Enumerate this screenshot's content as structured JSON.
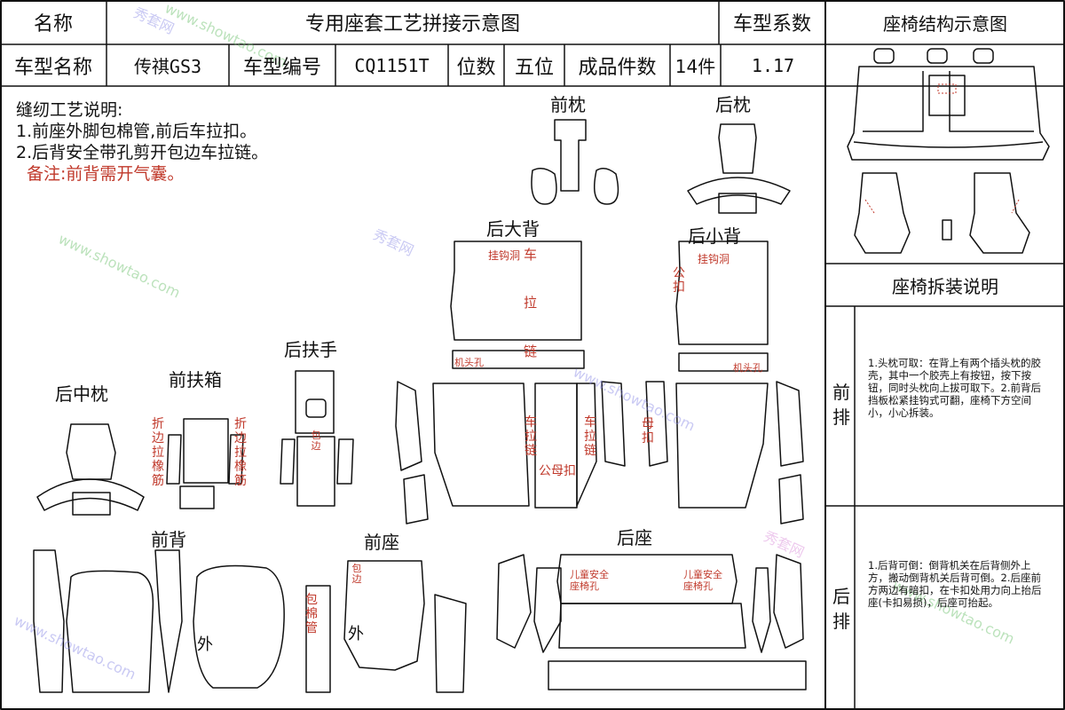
{
  "header": {
    "name_label": "名称",
    "title": "专用座套工艺拼接示意图",
    "coef_label": "车型系数",
    "structure_title": "座椅结构示意图",
    "model_name_label": "车型名称",
    "model_name": "传祺GS3",
    "model_code_label": "车型编号",
    "model_code": "CQ1151T",
    "seat_label": "位数",
    "seat_value": "五位",
    "pieces_label": "成品件数",
    "pieces_value": "14件",
    "coef_value": "1.17"
  },
  "notes": {
    "heading": "缝纫工艺说明:",
    "line1": "1.前座外脚包棉管,前后车拉扣。",
    "line2": "2.后背安全带孔剪开包边车拉链。",
    "remark": "备注:前背需开气囊。"
  },
  "parts": {
    "front_headrest": "前枕",
    "rear_headrest": "后枕",
    "rear_big_back": "后大背",
    "rear_small_back": "后小背",
    "rear_armrest": "后扶手",
    "rear_middle_headrest": "后中枕",
    "front_armrest_box": "前扶箱",
    "front_back": "前背",
    "front_seat": "前座",
    "rear_seat": "后座"
  },
  "annotations": {
    "hook_hole_1": "挂钩洞",
    "hook_hole_2": "挂钩洞",
    "zip_top": "车",
    "zip_mid": "拉",
    "zip_bottom": "链",
    "male_buckle": "公扣",
    "machine_hole_1": "机头孔",
    "machine_hole_2": "机头孔",
    "zipper_left": "车拉链",
    "zipper_right": "车拉链",
    "female_buckle": "母扣",
    "male_female_buckle": "公母扣",
    "fold_elastic_left": "折边拉橡筋",
    "fold_elastic_right": "折边拉橡筋",
    "hem": "包边",
    "outer_back": "外",
    "outer_seat": "外",
    "wrap_edge": "包边",
    "cotton_tube": "包棉管",
    "child_seat_hole_1": "儿童安全座椅孔",
    "child_seat_hole_2": "儿童安全座椅孔"
  },
  "side_panel": {
    "disassembly_title": "座椅拆装说明",
    "front_row_label": "前排",
    "front_row_text": "1.头枕可取：在背上有两个插头枕的胶壳，其中一个胶壳上有按钮，按下按钮，同时头枕向上拔可取下。2.前背后挡板松紧挂钩式可翻，座椅下方空间小，小心拆装。",
    "rear_row_label": "后排",
    "rear_row_text": "1.后背可倒：倒背机关在后背侧外上方，搬动倒背机关后背可倒。2.后座前方两边有暗扣，在卡扣处用力向上抬后座(卡扣易损)，后座可抬起。"
  },
  "watermarks": [
    "秀套网",
    "www.showtao.com"
  ],
  "colors": {
    "line": "#111111",
    "annotation_red": "#c0392b",
    "watermark": "#7a7ad6"
  }
}
